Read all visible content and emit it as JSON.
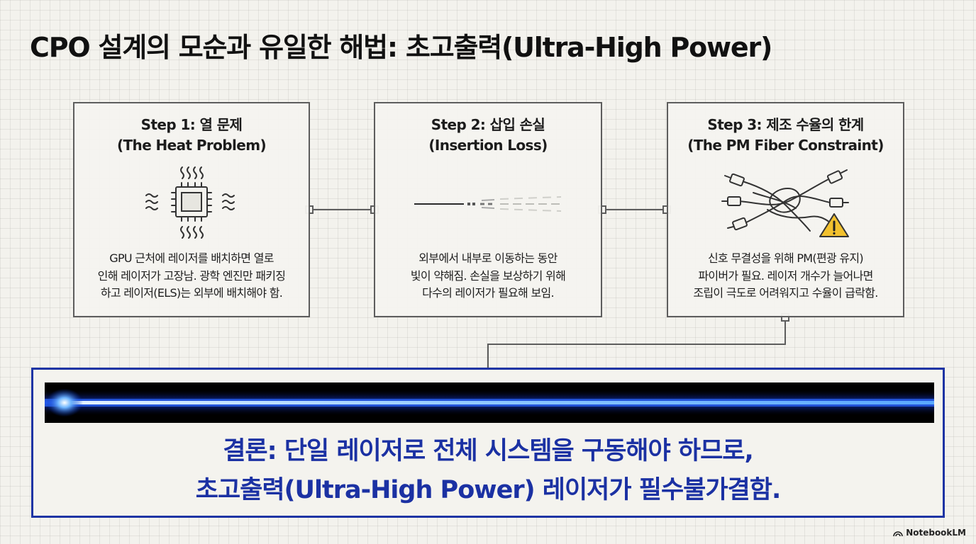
{
  "title": "CPO 설계의 모순과 유일한 해법: 초고출력(Ultra-High Power)",
  "steps": [
    {
      "title_line1": "Step 1: 열 문제",
      "title_line2": "(The Heat Problem)",
      "icon": "chip-heat-icon",
      "desc_lines": [
        "GPU 근처에 레이저를 배치하면 열로",
        "인해 레이저가 고장남. 광학 엔진만 패키징",
        "하고 레이저(ELS)는 외부에 배치해야 함."
      ]
    },
    {
      "title_line1": "Step 2: 삽입 손실",
      "title_line2": "(Insertion Loss)",
      "icon": "fading-beam-icon",
      "desc_lines": [
        "외부에서 내부로 이동하는 동안",
        "빛이 약해짐. 손실을 보상하기 위해",
        "다수의 레이저가 필요해 보임."
      ]
    },
    {
      "title_line1": "Step 3: 제조 수율의 한계",
      "title_line2": "(The PM Fiber Constraint)",
      "icon": "tangled-fiber-warning-icon",
      "desc_lines": [
        "신호 무결성을 위해 PM(편광 유지)",
        "파이버가 필요. 레이저 개수가 늘어나면",
        "조립이 극도로 어려워지고 수율이 급락함."
      ]
    }
  ],
  "conclusion": {
    "line1": "결론: 단일 레이저로 전체 시스템을 구동해야 하므로,",
    "line2": "초고출력(Ultra-High Power) 레이저가 필수불가결함."
  },
  "watermark": "NotebookLM",
  "colors": {
    "background": "#f3f2ed",
    "box_border": "#5d5d5d",
    "accent_blue": "#1e34a4",
    "warning_yellow": "#f2c12e"
  }
}
